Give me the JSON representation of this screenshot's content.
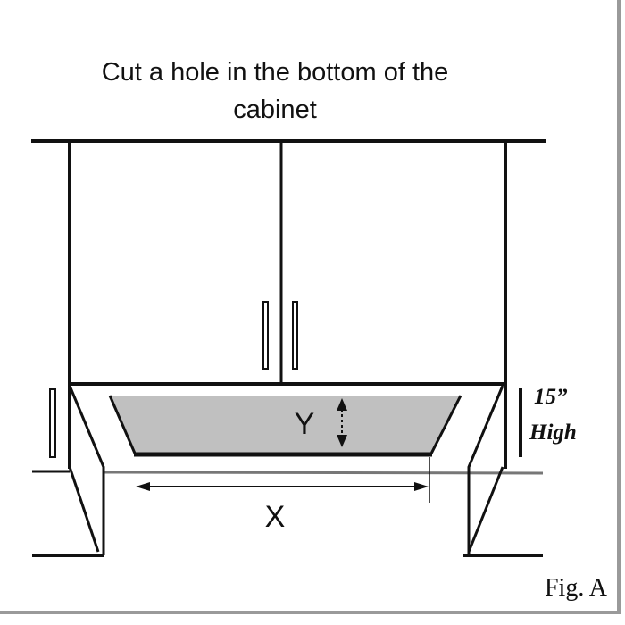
{
  "title": {
    "line1": "Cut a hole in the bottom of the",
    "line2": "cabinet"
  },
  "labels": {
    "y": "Y",
    "x": "X",
    "height_value": "15”",
    "height_word": "High",
    "figure": "Fig. A"
  },
  "colors": {
    "hole_fill": "#c0c0c0",
    "line": "#111111",
    "border": "#9a9a9a"
  }
}
